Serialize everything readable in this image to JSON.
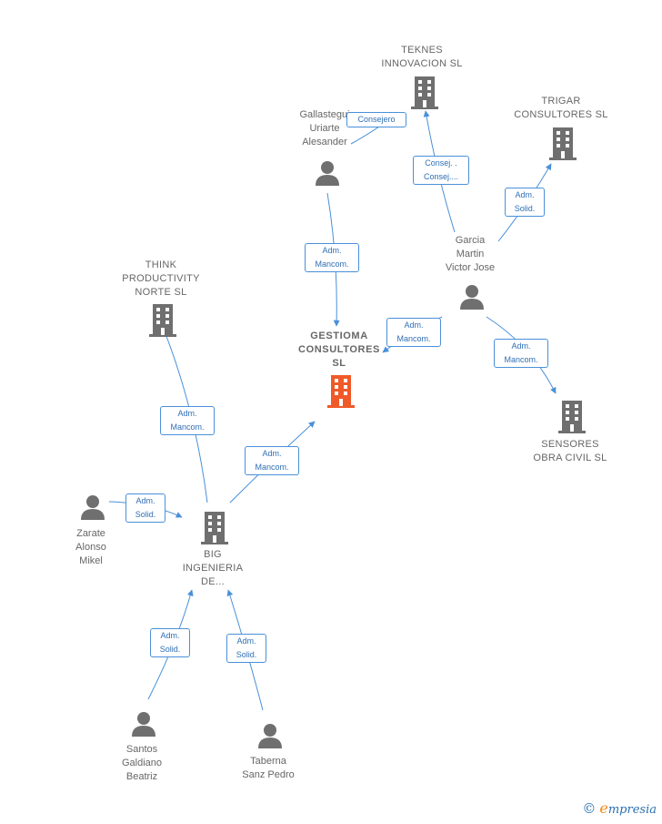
{
  "nodes": {
    "teknes": "TEKNES\nINNOVACION SL",
    "trigar": "TRIGAR\nCONSULTORES SL",
    "gallastegui": "Gallastegui\nUriarte\nAlesander",
    "garcia": "Garcia\nMartin\nVictor Jose",
    "think": "THINK\nPRODUCTIVITY\nNORTE  SL",
    "gestioma": "GESTIOMA\nCONSULTORES\nSL",
    "sensores": "SENSORES\nOBRA CIVIL  SL",
    "zarate": "Zarate\nAlonso\nMikel",
    "big": "BIG\nINGENIERIA\nDE...",
    "santos": "Santos\nGaldiano\nBeatriz",
    "taberna": "Taberna\nSanz Pedro"
  },
  "edges": {
    "consejero": "Consejero",
    "consej": "Consej. .\nConsej....",
    "adm_solid_trigar": "Adm.\nSolid.",
    "adm_mancom_gallas": "Adm.\nMancom.",
    "adm_mancom_garcia": "Adm.\nMancom.",
    "adm_mancom_sensores": "Adm.\nMancom.",
    "adm_mancom_think": "Adm.\nMancom.",
    "adm_mancom_big": "Adm.\nMancom.",
    "adm_solid_zarate": "Adm.\nSolid.",
    "adm_solid_santos": "Adm.\nSolid.",
    "adm_solid_taberna": "Adm.\nSolid."
  },
  "brand": {
    "copyright": "©",
    "first": "e",
    "rest": "mpresia"
  },
  "colors": {
    "edge": "#4a90d9",
    "company": "#6f6f6f",
    "focus": "#f05a28",
    "person": "#6f6f6f"
  }
}
